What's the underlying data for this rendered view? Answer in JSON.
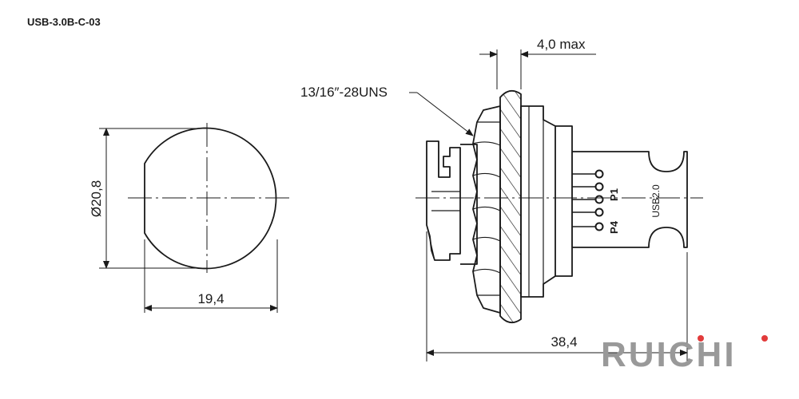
{
  "part_number": "USB-3.0B-C-03",
  "dimensions": {
    "diameter": "Ø20,8",
    "width": "19,4",
    "panel_thickness": "4,0 max",
    "thread": "13/16″-28UNS",
    "length": "38,4"
  },
  "connector": {
    "pin_first": "P1",
    "pin_last": "P4",
    "interface": "USB2.0"
  },
  "brand": {
    "text": "RUICHI",
    "color": "#999999",
    "dot_color": "#e23b3b"
  },
  "line_color": "#1a1a1a"
}
